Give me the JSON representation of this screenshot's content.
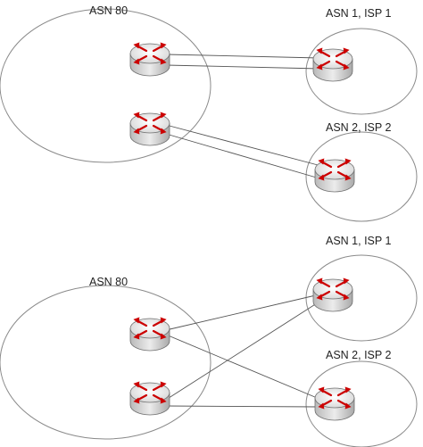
{
  "colors": {
    "router_body": "#d8d8d8",
    "router_top": "#f4f4f4",
    "router_arrow": "#cc0000",
    "ellipse_stroke": "#8a8a8a",
    "link_stroke": "#555555"
  },
  "icons": {
    "router": "router-icon"
  },
  "top_diagram": {
    "asn80_label": "ASN 80",
    "isp1_label": "ASN 1, ISP 1",
    "isp2_label": "ASN 2, ISP 2"
  },
  "bottom_diagram": {
    "asn80_label": "ASN 80",
    "isp1_label": "ASN 1, ISP 1",
    "isp2_label": "ASN 2, ISP 2"
  }
}
